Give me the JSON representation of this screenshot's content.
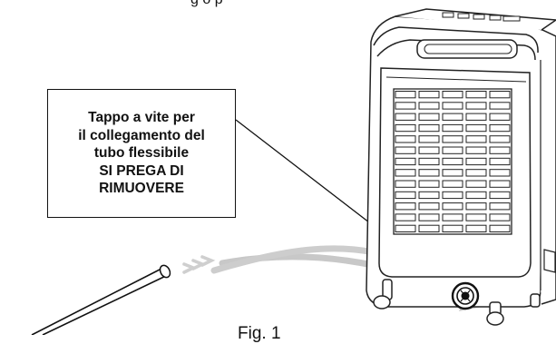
{
  "header_fragment": "g        o   p",
  "callout": {
    "lines": [
      "Tappo a vite per",
      "il collegamento del",
      "tubo flessibile",
      "SI PREGA DI",
      "RIMUOVERE"
    ]
  },
  "caption": "Fig. 1",
  "colors": {
    "line": "#111111",
    "arrow": "#c8c8c8",
    "panel": "#ffffff"
  }
}
